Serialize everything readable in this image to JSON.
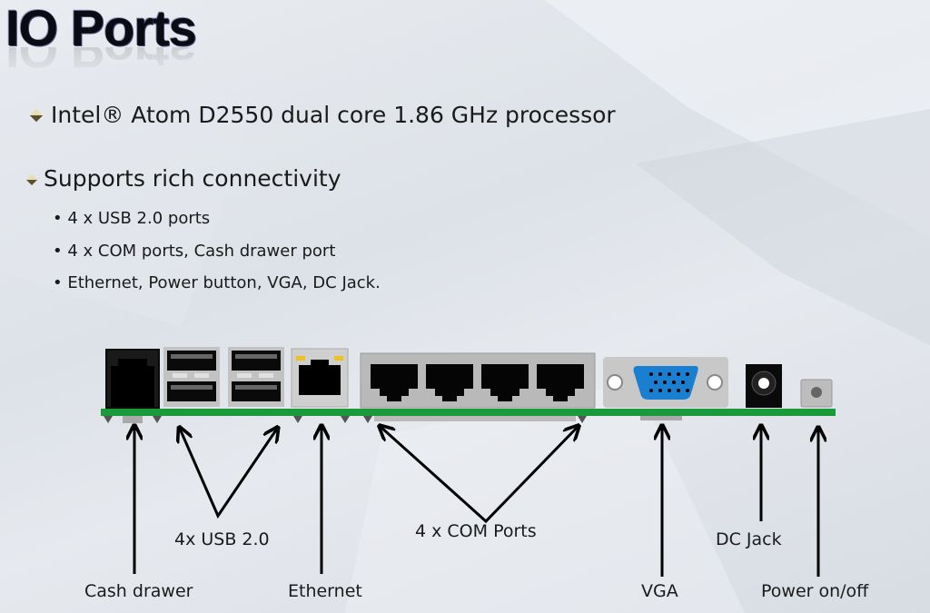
{
  "title": "IO Ports",
  "bullets": [
    {
      "icon": "diamond-bullet-icon",
      "text": "Intel® Atom D2550 dual core 1.86 GHz processor"
    },
    {
      "icon": "diamond-bullet-icon",
      "text": "Supports rich connectivity"
    }
  ],
  "sub_bullets": [
    "• 4 x USB 2.0 ports",
    "• 4 x COM ports,  Cash drawer port",
    "• Ethernet, Power button, VGA, DC Jack."
  ],
  "labels": {
    "cash_drawer": "Cash drawer",
    "usb": "4x USB 2.0",
    "ethernet": "Ethernet",
    "com": "4 x COM Ports",
    "vga": "VGA",
    "dc_jack": "DC Jack",
    "power": "Power on/off"
  },
  "colors": {
    "pcb": "#1a9a3a",
    "vga_blue": "#1a7fd0",
    "led_yellow": "#f0c020",
    "port_gray": "#b8b8b8"
  }
}
